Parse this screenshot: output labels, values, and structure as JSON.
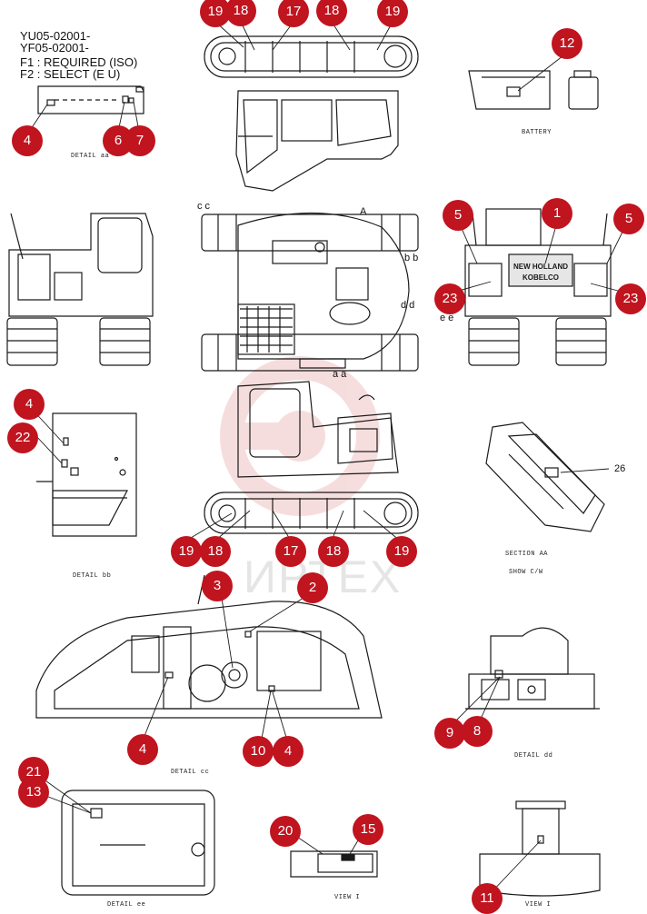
{
  "header": {
    "line1": "YU05-02001-",
    "line2": "YF05-02001-",
    "line3": "F1 : REQUIRED (ISO)",
    "line4": "F2 : SELECT (E U)"
  },
  "watermark": "ИРТЕХ",
  "captions": {
    "detail_aa": "DETAIL aa",
    "battery": "BATTERY",
    "detail_bb": "DETAIL bb",
    "section_aa": "SECTION AA",
    "show_cw": "SHOW C/W",
    "detail_dd": "DETAIL dd",
    "detail_cc": "DETAIL cc",
    "detail_ee": "DETAIL ee",
    "view_1": "VIEW I",
    "view_2": "VIEW I"
  },
  "plan_labels": {
    "cc": "c c",
    "A": "A",
    "bb": "b b",
    "dd": "d d",
    "aa": "a a",
    "ee": "e e",
    "part_26": "26"
  },
  "decal": {
    "line1": "NEW HOLLAND",
    "line2": "KOBELCO"
  },
  "badges": [
    "19",
    "18",
    "17",
    "18",
    "19",
    "12",
    "4",
    "6",
    "7",
    "5",
    "1",
    "5",
    "23",
    "23",
    "4",
    "22",
    "19",
    "18",
    "17",
    "18",
    "19",
    "3",
    "2",
    "4",
    "10",
    "4",
    "9",
    "8",
    "21",
    "13",
    "20",
    "15",
    "11"
  ],
  "colors": {
    "badge": "#c0141f",
    "line": "#1a1a1a",
    "fill": "#ffffff",
    "watermark": "#f2c4c4"
  }
}
